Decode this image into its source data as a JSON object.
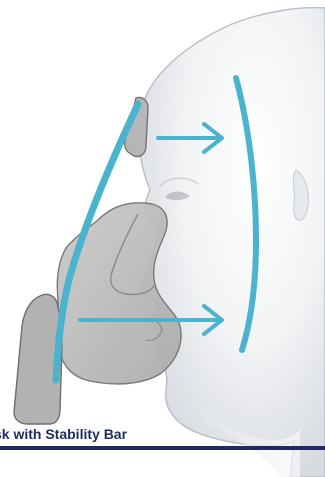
{
  "caption": "sk with Stability Bar",
  "colors": {
    "accent_blue": "#4bb3ce",
    "navy": "#1f2a5e",
    "mask_grey": "#b8b8b8",
    "face_light": "#f3f4f5"
  },
  "icons": [
    "head-illustration",
    "stability-bar",
    "force-arrow"
  ]
}
